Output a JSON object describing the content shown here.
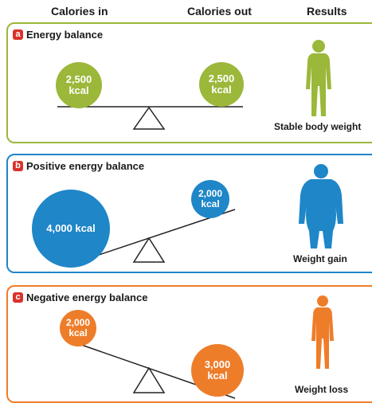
{
  "headers": {
    "calories_in": "Calories in",
    "calories_out": "Calories out",
    "results": "Results"
  },
  "panels": [
    {
      "badge": "a",
      "title": "Energy balance",
      "color": "#9bb83a",
      "left_circle": "2,500\nkcal",
      "right_circle": "2,500\nkcal",
      "result": "Stable body weight",
      "figure_icon": "human-figure-icon"
    },
    {
      "badge": "b",
      "title": "Positive energy balance",
      "color": "#1f86c8",
      "left_circle": "4,000 kcal",
      "right_circle": "2,000\nkcal",
      "result": "Weight gain",
      "figure_icon": "human-figure-icon"
    },
    {
      "badge": "c",
      "title": "Negative energy balance",
      "color": "#ee7d2a",
      "left_circle": "2,000\nkcal",
      "right_circle": "3,000\nkcal",
      "result": "Weight loss",
      "figure_icon": "human-figure-icon"
    }
  ],
  "colors": {
    "green": "#9bb83a",
    "blue": "#1f86c8",
    "orange": "#ee7d2a",
    "badge_red": "#d9322b"
  }
}
